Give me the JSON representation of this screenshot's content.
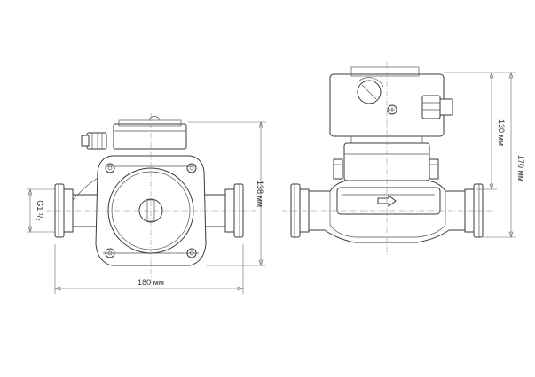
{
  "dimensions": {
    "width_label": "180 мм",
    "height_label": "138 мм",
    "thread_label": "G1 ¹/₂",
    "body_height_label": "130 мм",
    "total_height_label": "170 мм"
  },
  "colors": {
    "line": "#3a3a3a",
    "background": "#ffffff"
  }
}
